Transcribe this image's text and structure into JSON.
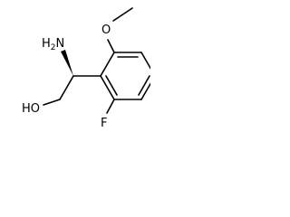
{
  "molecule": {
    "atoms": {
      "amine": {
        "element": "H",
        "subscript": "2",
        "suffix": "N"
      },
      "hydroxyl": "HO",
      "methoxy_oxygen": "O",
      "fluorine": "F"
    }
  }
}
